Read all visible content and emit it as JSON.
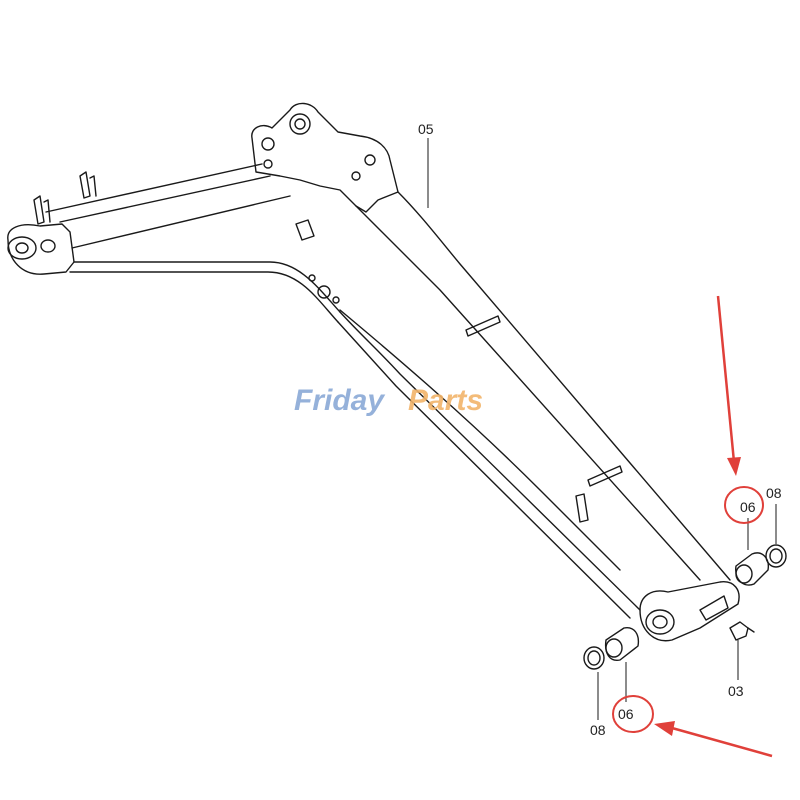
{
  "watermark": {
    "part1": "Friday",
    "part2": "Parts"
  },
  "parts": {
    "boom": "05",
    "bushing_upper": "06",
    "seal_upper": "08",
    "bushing_lower": "06",
    "seal_lower": "08",
    "grease_fitting": "03"
  },
  "colors": {
    "line": "#1a1a1a",
    "highlight": "#e0403a",
    "watermark_blue": "#8aa9d6",
    "watermark_orange": "#f2b46a"
  }
}
